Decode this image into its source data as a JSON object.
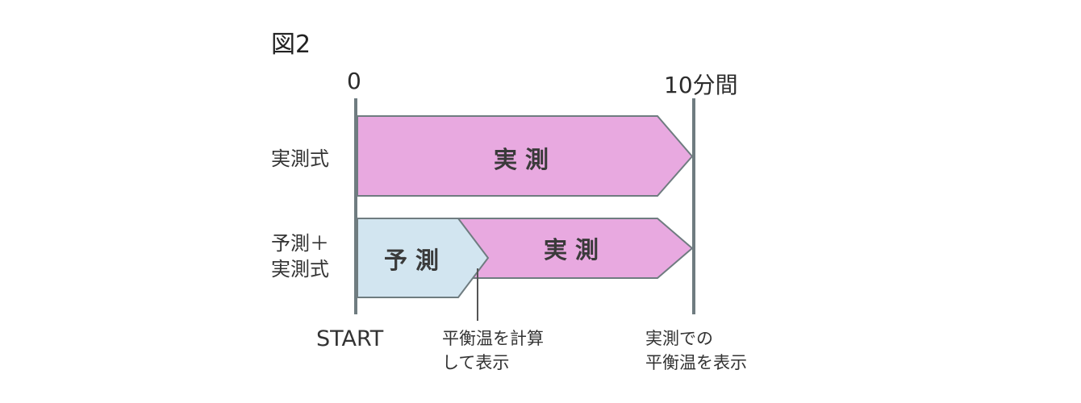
{
  "figure_label": "図2",
  "axis": {
    "start_tick": "0",
    "end_tick": "10分間"
  },
  "rows": [
    {
      "label": "実測式"
    },
    {
      "label_line1": "予測＋",
      "label_line2": "実測式"
    }
  ],
  "segments": {
    "row1_main": "実 測",
    "row2_prediction": "予 測",
    "row2_measurement": "実 測"
  },
  "start_label": "START",
  "annotations": {
    "left_line1": "平衡温を計算",
    "left_line2": "して表示",
    "right_line1": "実測での",
    "right_line2": "平衡温を表示"
  },
  "colors": {
    "measurement_fill": "#e8a9e0",
    "prediction_fill": "#d2e5f0",
    "stroke": "#6f7c80",
    "segment_text": "#3a3a3a"
  }
}
